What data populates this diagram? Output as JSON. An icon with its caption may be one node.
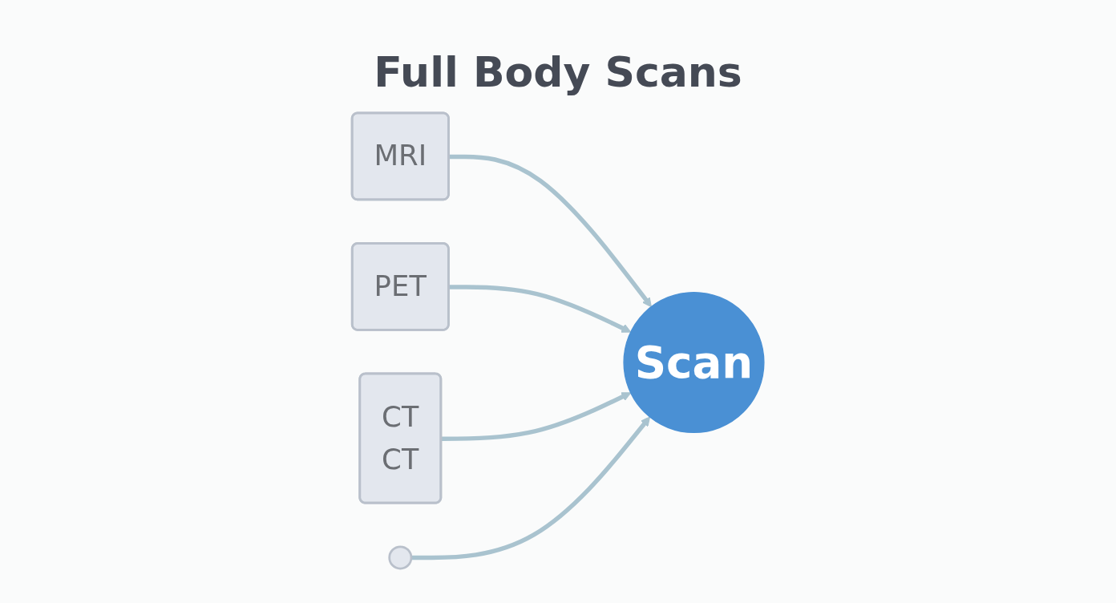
{
  "diagram": {
    "title": "Full Body Scans",
    "nodes": [
      {
        "text": [
          "MRI"
        ]
      },
      {
        "text": [
          "PET"
        ]
      },
      {
        "text": [
          "Scan"
        ]
      },
      {
        "text": [
          "CT",
          "CT"
        ]
      },
      {
        "text": [],
        "shape": "circle"
      }
    ],
    "edges": [
      {
        "from": 0,
        "to": 2,
        "arrow": "to"
      },
      {
        "from": 1,
        "to": 2,
        "arrow": "to"
      },
      {
        "from": 3,
        "to": 2,
        "arrow": "to"
      },
      {
        "from": 4,
        "to": 2,
        "arrow": "to"
      }
    ]
  }
}
